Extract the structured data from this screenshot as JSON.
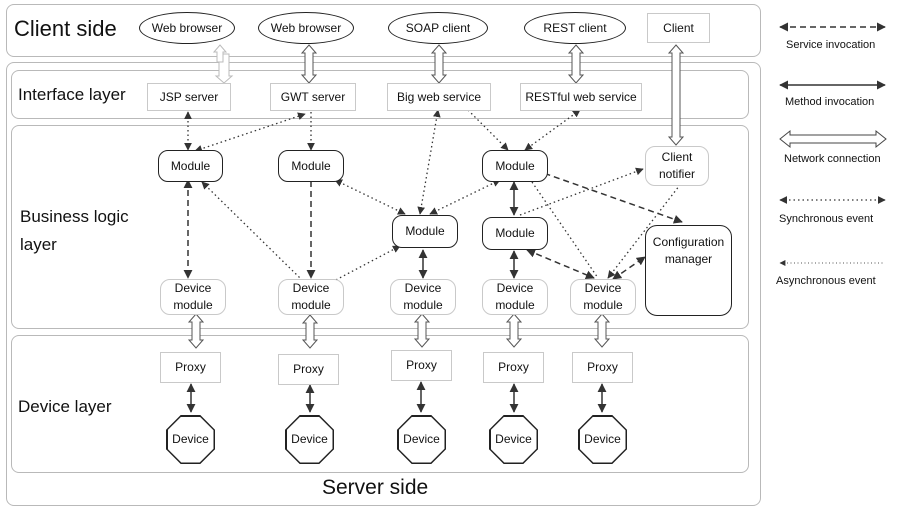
{
  "regions": {
    "client_side": "Client side",
    "server_side": "Server side"
  },
  "layers": {
    "interface": "Interface layer",
    "business_line1": "Business logic",
    "business_line2": "layer",
    "device": "Device layer"
  },
  "clients": {
    "web_browser_1": "Web browser",
    "web_browser_2": "Web browser",
    "soap_client": "SOAP client",
    "rest_client": "REST client",
    "client": "Client"
  },
  "interface": {
    "jsp_server": "JSP server",
    "gwt_server": "GWT server",
    "big_web_service": "Big web service",
    "restful_web_service": "RESTful web service"
  },
  "business": {
    "module": "Module",
    "client_notifier_1": "Client",
    "client_notifier_2": "notifier",
    "config_1": "Configuration",
    "config_2": "manager",
    "device_module_1": "Device",
    "device_module_2": "module"
  },
  "device": {
    "proxy": "Proxy",
    "device": "Device"
  },
  "legend": {
    "service_invocation": "Service invocation",
    "method_invocation": "Method invocation",
    "network_connection": "Network connection",
    "synchronous_event": "Synchronous event",
    "asynchronous_event": "Asynchronous event"
  }
}
